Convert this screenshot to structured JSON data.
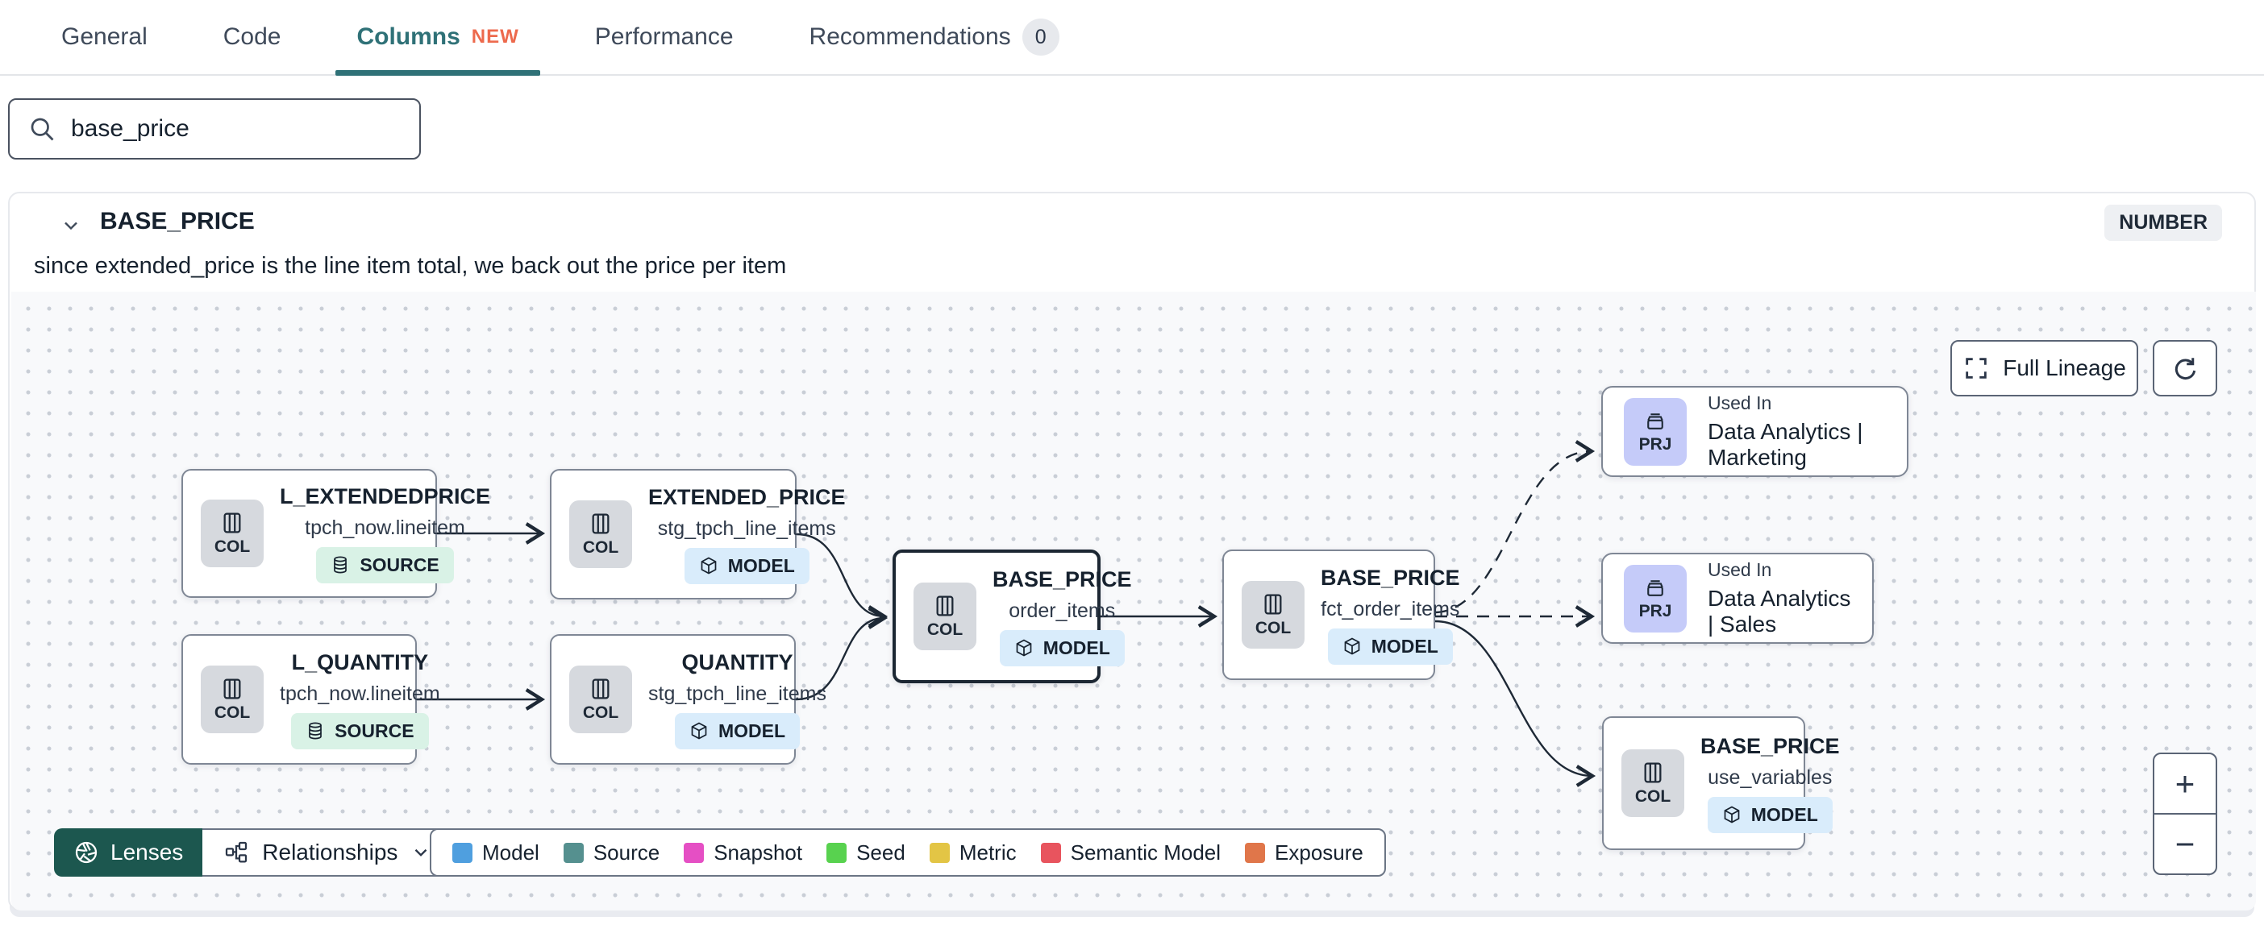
{
  "tabs": {
    "items": [
      {
        "label": "General"
      },
      {
        "label": "Code"
      },
      {
        "label": "Columns",
        "badge": "NEW"
      },
      {
        "label": "Performance"
      },
      {
        "label": "Recommendations",
        "count": "0"
      }
    ]
  },
  "search": {
    "value": "base_price"
  },
  "column_panel": {
    "name": "BASE_PRICE",
    "type_badge": "NUMBER",
    "description": "since extended_price is the line item total, we back out the price per item"
  },
  "lineage": {
    "controls": {
      "full_lineage_label": "Full Lineage"
    },
    "nodes": [
      {
        "title": "L_EXTENDEDPRICE",
        "subtitle": "tpch_now.lineitem",
        "kind": "COL",
        "badge": "SOURCE"
      },
      {
        "title": "EXTENDED_PRICE",
        "subtitle": "stg_tpch_line_items",
        "kind": "COL",
        "badge": "MODEL"
      },
      {
        "title": "L_QUANTITY",
        "subtitle": "tpch_now.lineitem",
        "kind": "COL",
        "badge": "SOURCE"
      },
      {
        "title": "QUANTITY",
        "subtitle": "stg_tpch_line_items",
        "kind": "COL",
        "badge": "MODEL"
      },
      {
        "title": "BASE_PRICE",
        "subtitle": "order_items",
        "kind": "COL",
        "badge": "MODEL",
        "selected": true
      },
      {
        "title": "BASE_PRICE",
        "subtitle": "fct_order_items",
        "kind": "COL",
        "badge": "MODEL"
      },
      {
        "title": "BASE_PRICE",
        "subtitle": "use_variables",
        "kind": "COL",
        "badge": "MODEL"
      }
    ],
    "usage_nodes": [
      {
        "label": "Used In",
        "project": "Data Analytics | Marketing",
        "kind": "PRJ"
      },
      {
        "label": "Used In",
        "project": "Data Analytics | Sales",
        "kind": "PRJ"
      }
    ],
    "toolbar": {
      "lenses_label": "Lenses",
      "relationships_label": "Relationships"
    },
    "legend": [
      {
        "label": "Model",
        "color": "#4f9fdf"
      },
      {
        "label": "Source",
        "color": "#55908f"
      },
      {
        "label": "Snapshot",
        "color": "#e54fc4"
      },
      {
        "label": "Seed",
        "color": "#58d24f"
      },
      {
        "label": "Metric",
        "color": "#e3c545"
      },
      {
        "label": "Semantic Model",
        "color": "#e8545e"
      },
      {
        "label": "Exposure",
        "color": "#e0764a"
      }
    ],
    "zoom_controls": {
      "zoom_in": "+",
      "zoom_out": "−"
    }
  },
  "colors": {
    "accent_teal": "#2f7177",
    "accent_orange": "#ed6a4d",
    "selected_border": "#1c2733"
  }
}
